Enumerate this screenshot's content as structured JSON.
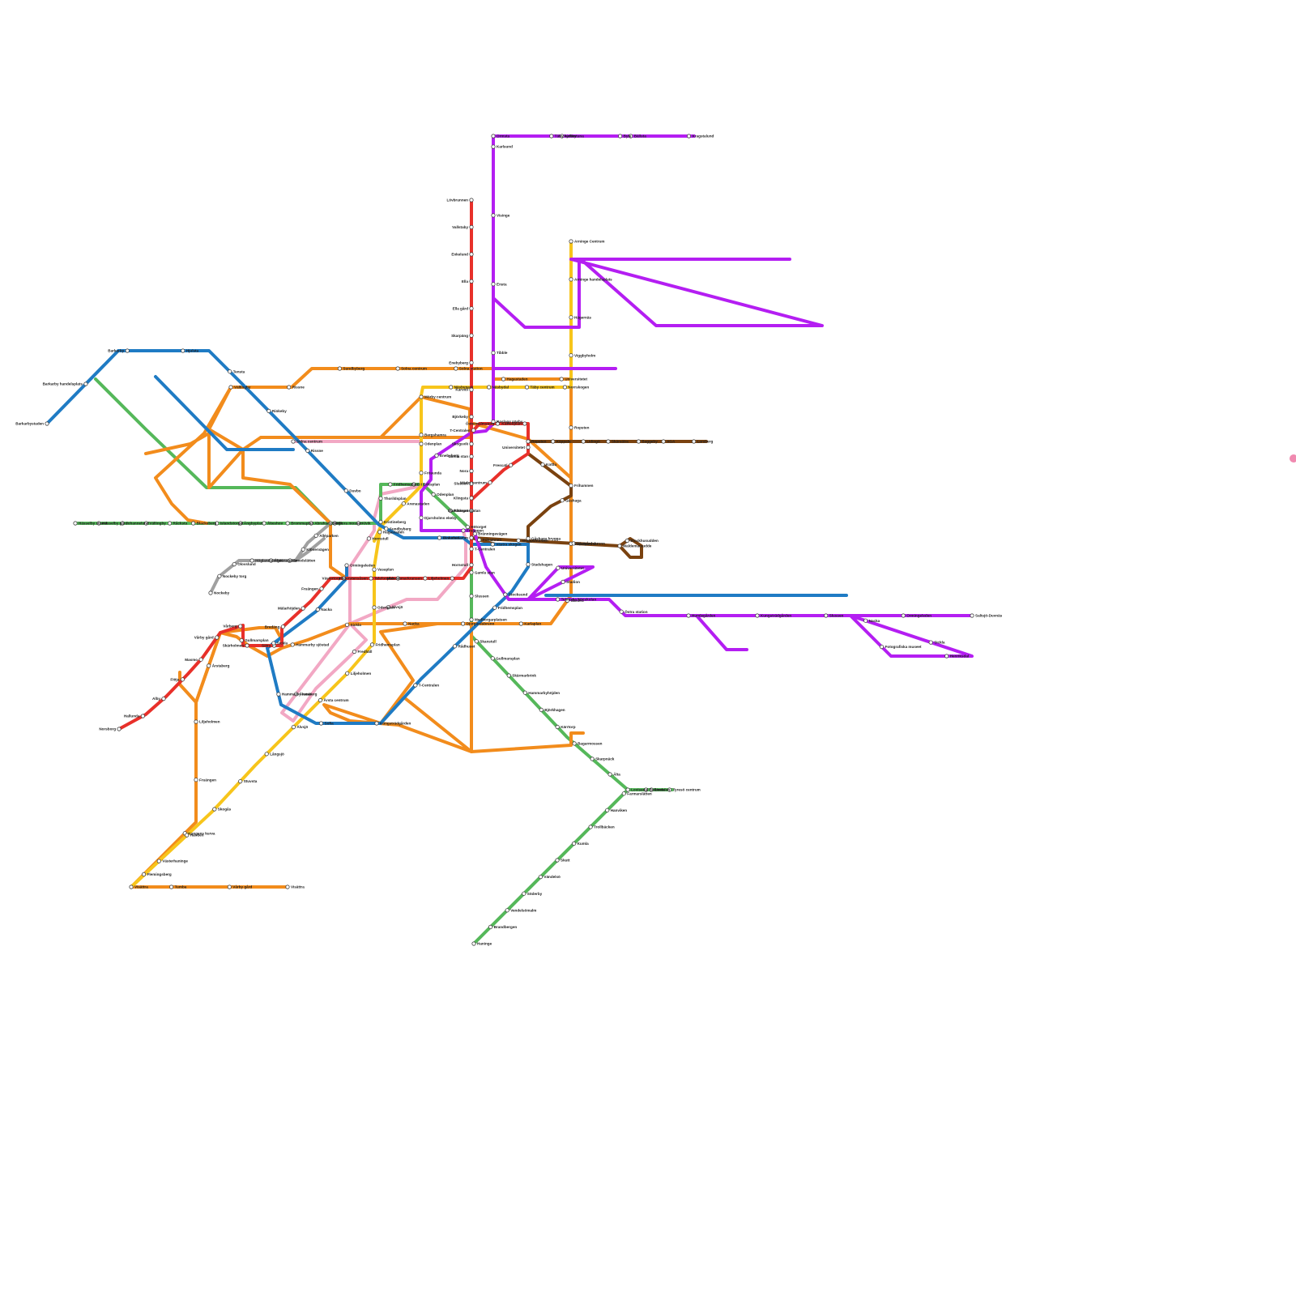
{
  "title": "",
  "colors": {
    "red": "#e8302a",
    "blue": "#1f7bc4",
    "green": "#55b85a",
    "orange": "#f28c1c",
    "purple": "#b41ef2",
    "yellow": "#f7c51b",
    "pink": "#f2a8c4",
    "brown": "#7a420f",
    "grey": "#a0a0a0",
    "marker": "#f08ab0"
  },
  "lines": [
    {
      "id": "red-trunk",
      "color": "red",
      "stations": [
        "Lövbrunnen",
        "Vallstaby",
        "Enkelund",
        "Ella",
        "Ella gård",
        "Skarpäng",
        "Enebyberg",
        "Karviol",
        "Björkeby",
        "Skogsvik",
        "Nora",
        "Klingsta",
        "Mörby centrum",
        "Frescati",
        "Universitetet",
        "Kastellplan",
        "Östermalmstorg",
        "T-Centralen",
        "Gamla stan",
        "Slussen",
        "Mariatorget",
        "Zinkensdamm",
        "Hornstull",
        "Liljeholmen",
        "Midsommarkransen",
        "Telefonplan",
        "Hägerstensåsen",
        "Västertorp",
        "Fruängen",
        "Mälarhöjden",
        "Bredäng",
        "Sätra",
        "Skärholmen",
        "Vårberg",
        "Vårby gård",
        "Masmo",
        "Fittja",
        "Alby",
        "Hallunda",
        "Norsborg"
      ]
    },
    {
      "id": "purple-north",
      "color": "purple",
      "stations": [
        "Ormsta",
        "Vallentuna",
        "Bällsta",
        "Kragstalund",
        "Byle",
        "Täby kyrkby",
        "Karlsund",
        "Visinge",
        "Ensta",
        "Tibble",
        "Roslags näsby",
        "Enebyberg",
        "Djursholms ekeby",
        "Bränningevägen",
        "Stocksund",
        "Universitetet",
        "Stadion",
        "Tekniska högskolan",
        "Östra station",
        "Humlegården",
        "Kungsträdgården",
        "Slussen",
        "Fotografiska museet",
        "Henriksdal",
        "Sickla",
        "Nacka",
        "Ormingeleden",
        "Saltsjö-Duvnäs"
      ]
    },
    {
      "id": "blue-northwest",
      "color": "blue",
      "stations": [
        "Barkarbystaden",
        "Barkarby handelsplats",
        "Barkarby",
        "Hjulsta",
        "Tensta",
        "Rinkeby",
        "Rissne",
        "Duvbo",
        "Sundbyberg",
        "Huvudsta",
        "Västra skogen",
        "Stadshagen",
        "Fridhemsplan",
        "Rådhuset",
        "T-Centralen",
        "Kungsträdgården",
        "Sofia",
        "Hammarby kanal",
        "Sickla",
        "Nacka",
        "Ormingeleden"
      ]
    },
    {
      "id": "green-trunk",
      "color": "green",
      "stations": [
        "Hässelby strand",
        "Hässelby gård",
        "Johannelund",
        "Vällingby",
        "Råcksta",
        "Blackeberg",
        "Islandstorget",
        "Ängbyplan",
        "Åkeshov",
        "Brommaplan",
        "Abrahamsberg",
        "Stora mossen",
        "Alvik",
        "Kristineberg",
        "Thorildsplan",
        "Fridhemsplan",
        "S:t Eriksplan",
        "Odenplan",
        "Rådmansgatan",
        "Hötorget",
        "T-Centralen",
        "Gamla stan",
        "Slussen",
        "Medborgarplatsen",
        "Skanstull",
        "Gullmarsplan",
        "Skärmarbrink",
        "Hammarbyhöjden",
        "Björkhagen",
        "Kärrtorp",
        "Bagarmossen",
        "Skarpnäck",
        "Älta",
        "Lovisedal",
        "Lindalen",
        "Tyresö centrum",
        "Bollmora",
        "Farmarslätten",
        "Hanviken",
        "Trollbäcken",
        "Kumla",
        "Skutt",
        "Vändelsö",
        "Söderby",
        "Vendelsömalm",
        "Brandbergen",
        "Haninge"
      ]
    },
    {
      "id": "orange-ring",
      "color": "orange",
      "stations": [
        "Vällingby",
        "Rissne",
        "Sundbyberg",
        "Solna centrum",
        "Solna station",
        "Hagastaden",
        "Universitetet",
        "Ropsten",
        "Frihamnen",
        "Värtahamnen",
        "Gärdet",
        "Karlaplan",
        "Djurgårdsbrunn",
        "Nacka",
        "Sickla",
        "Hammarby sjöstad",
        "Gullmarsplan",
        "Årstaberg",
        "Liljeholmen",
        "Fruängen",
        "Kungens kurva",
        "Flemingsberg",
        "Tumba",
        "Vårby gård",
        "Visättra"
      ]
    },
    {
      "id": "yellow",
      "color": "yellow",
      "stations": [
        "Arninge Centrum",
        "Arninge handelsplats",
        "Hägernäs",
        "Viggbyholm",
        "Norrskogen",
        "Täby centrum",
        "Näsbydal",
        "Näsbypark",
        "Mörby centrum",
        "Bergshamra",
        "Frösunda",
        "Arenastaden",
        "Hagastaden",
        "Vasaplan",
        "Odenplan",
        "Fridhemsplan",
        "Liljeholmen",
        "Årsta centrum",
        "Älvsjö",
        "Långsjö",
        "Stuvsta",
        "Skogås",
        "Handen",
        "Västerhaninge",
        "Visättra"
      ]
    },
    {
      "id": "brown",
      "color": "brown",
      "stations": [
        "Ropsten",
        "Lidingö",
        "Baggeby",
        "Larsberg",
        "AGA",
        "Skärsätra",
        "Käppala",
        "Kottla",
        "Gåshaga",
        "Gåshaga brygga",
        "Frihamnen",
        "Skeppsholmen",
        "Djurgårdsbrunn",
        "Blockhusudden",
        "Waldemarsudde"
      ]
    },
    {
      "id": "pink",
      "color": "pink",
      "stations": [
        "Solna centrum",
        "Odenplan",
        "Hornstull",
        "Fredhäll",
        "Årstaberg",
        "Älvsjö",
        "Fruängen"
      ]
    },
    {
      "id": "grey",
      "color": "grey",
      "stations": [
        "Alvik",
        "Alléparken",
        "Klövervägen",
        "Smedslätten",
        "Ålstensgatan",
        "Höglandstorget",
        "Olovslund",
        "Nockeby torg",
        "Nockeby"
      ]
    }
  ],
  "labels": [
    "Lövbrunnen",
    "Vallstaby",
    "Enkelund",
    "Ella",
    "Ella gård",
    "Skarpäng",
    "Enebyberg",
    "Karviol",
    "Björkeby",
    "Skogsvik",
    "Nora",
    "Klingsta",
    "Mörby centrum",
    "Frescati",
    "Universitetet",
    "Kastellplan",
    "Östermalmstorg",
    "T-Centralen",
    "Gamla stan",
    "Slussen",
    "Medborgarplatsen",
    "Skanstull",
    "Gullmarsplan",
    "Skärmarbrink",
    "Hammarbyhöjden",
    "Björkhagen",
    "Kärrtorp",
    "Bagarmossen",
    "Skarpnäck",
    "Älta",
    "Lovisedal",
    "Lindalen",
    "Tyresö centrum",
    "Bollmora",
    "Farmarslätten",
    "Hanviken",
    "Trollbäcken",
    "Kumla",
    "Skutt",
    "Vändelsö",
    "Söderby",
    "Vendelsömalm",
    "Brandbergen",
    "Haninge",
    "Ormsta",
    "Vallentuna",
    "Bällsta",
    "Kragstalund",
    "Byle",
    "Täby kyrkby",
    "Karlsund",
    "Visinge",
    "Ensta",
    "Tibble",
    "Roslags näsby",
    "Djursholms ekeby",
    "Bränningevägen",
    "Stocksund",
    "Arninge Centrum",
    "Arninge handelsplats",
    "Hägernäs",
    "Viggbyholm",
    "Norrskogen",
    "Täby centrum",
    "Näsbydal",
    "Näsbypark",
    "Barkarbystaden",
    "Barkarby handelsplats",
    "Barkarby",
    "Hjulsta",
    "Tensta",
    "Rinkeby",
    "Rissne",
    "Duvbo",
    "Sundbyberg",
    "Solna centrum",
    "Västra skogen",
    "Stadshagen",
    "Fridhemsplan",
    "Rådhuset",
    "Kungsträdgården",
    "Sofia",
    "Hammarby kanal",
    "Nacka",
    "Ropsten",
    "Lidingö",
    "Frihamnen",
    "Värtahamnen",
    "Gärdet",
    "Karlaplan",
    "Liljeholmen",
    "Fruängen",
    "Mälarhöjden",
    "Bredäng",
    "Skärholmen",
    "Vårberg",
    "Vårby gård",
    "Masmo",
    "Fittja",
    "Alby",
    "Hallunda",
    "Norsborg",
    "Hässelby strand",
    "Vällingby",
    "Brommaplan",
    "Alvik",
    "Stora mossen",
    "Abrahamsberg",
    "Kristineberg",
    "Thorildsplan",
    "S:t Eriksplan",
    "Odenplan",
    "Hagastaden",
    "Vasaplan",
    "Frösunda",
    "Arenastaden",
    "Bergshamra",
    "Årsta centrum",
    "Älvsjö",
    "Långsjö",
    "Stuvsta",
    "Skogås",
    "Handen",
    "Västerhaninge",
    "Visättra",
    "Flemingsberg",
    "Tumba",
    "Alléparken",
    "Klövervägen",
    "Smedslätten",
    "Höglandstorget",
    "Olovslund",
    "Nockeby torg",
    "Nockeby",
    "Waldemarsudde",
    "Gåshaga brygga",
    "Käppala",
    "Ormingeleden",
    "Saltsjö-Duvnäs",
    "Henriksdal",
    "Sickla",
    "Telefonplan",
    "Midsommarkransen",
    "Hornstull",
    "Zinkensdamm",
    "Mariatorget",
    "Hötorget",
    "Rådmansgatan",
    "Stadion",
    "Tekniska högskolan"
  ]
}
